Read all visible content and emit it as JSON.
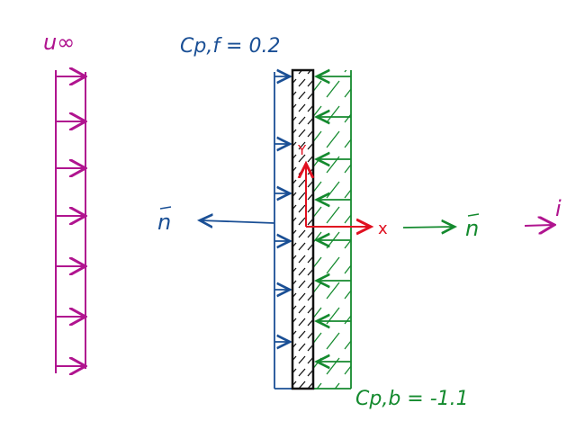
{
  "labels": {
    "u_inf": "u∞",
    "cpf": "Cp,f = 0.2",
    "cpb": "Cp,b = -1.1",
    "n_left": "n",
    "n_right": "n",
    "y_axis": "Y",
    "x_axis": "x",
    "i_vec": "i"
  },
  "colors": {
    "magenta": "#b0148f",
    "blue": "#1a4f95",
    "green": "#148a2e",
    "red": "#e01020",
    "black": "#111111"
  }
}
